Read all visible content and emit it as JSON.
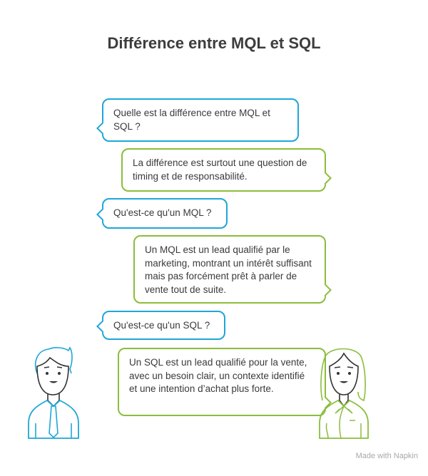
{
  "title": "Différence entre MQL et SQL",
  "messages": [
    {
      "speaker": "left",
      "text": "Quelle est la différence entre MQL et SQL ?"
    },
    {
      "speaker": "right",
      "text": "La différence est surtout une question de timing et de responsabilité."
    },
    {
      "speaker": "left",
      "text": "Qu'est-ce qu'un MQL ?"
    },
    {
      "speaker": "right",
      "text": "Un MQL est un lead qualifié par le marketing, montrant un intérêt suffisant mais pas forcément prêt à parler de vente tout de suite."
    },
    {
      "speaker": "left",
      "text": "Qu'est-ce qu'un SQL ?"
    },
    {
      "speaker": "right",
      "text": "Un SQL est un lead qualifié pour la vente, avec un besoin clair, un contexte identifié et une intention d’achat plus forte."
    }
  ],
  "footer": "Made with  Napkin",
  "colors": {
    "left": "#1fa6d8",
    "right": "#8bbd3c",
    "text": "#3a3a3a"
  }
}
